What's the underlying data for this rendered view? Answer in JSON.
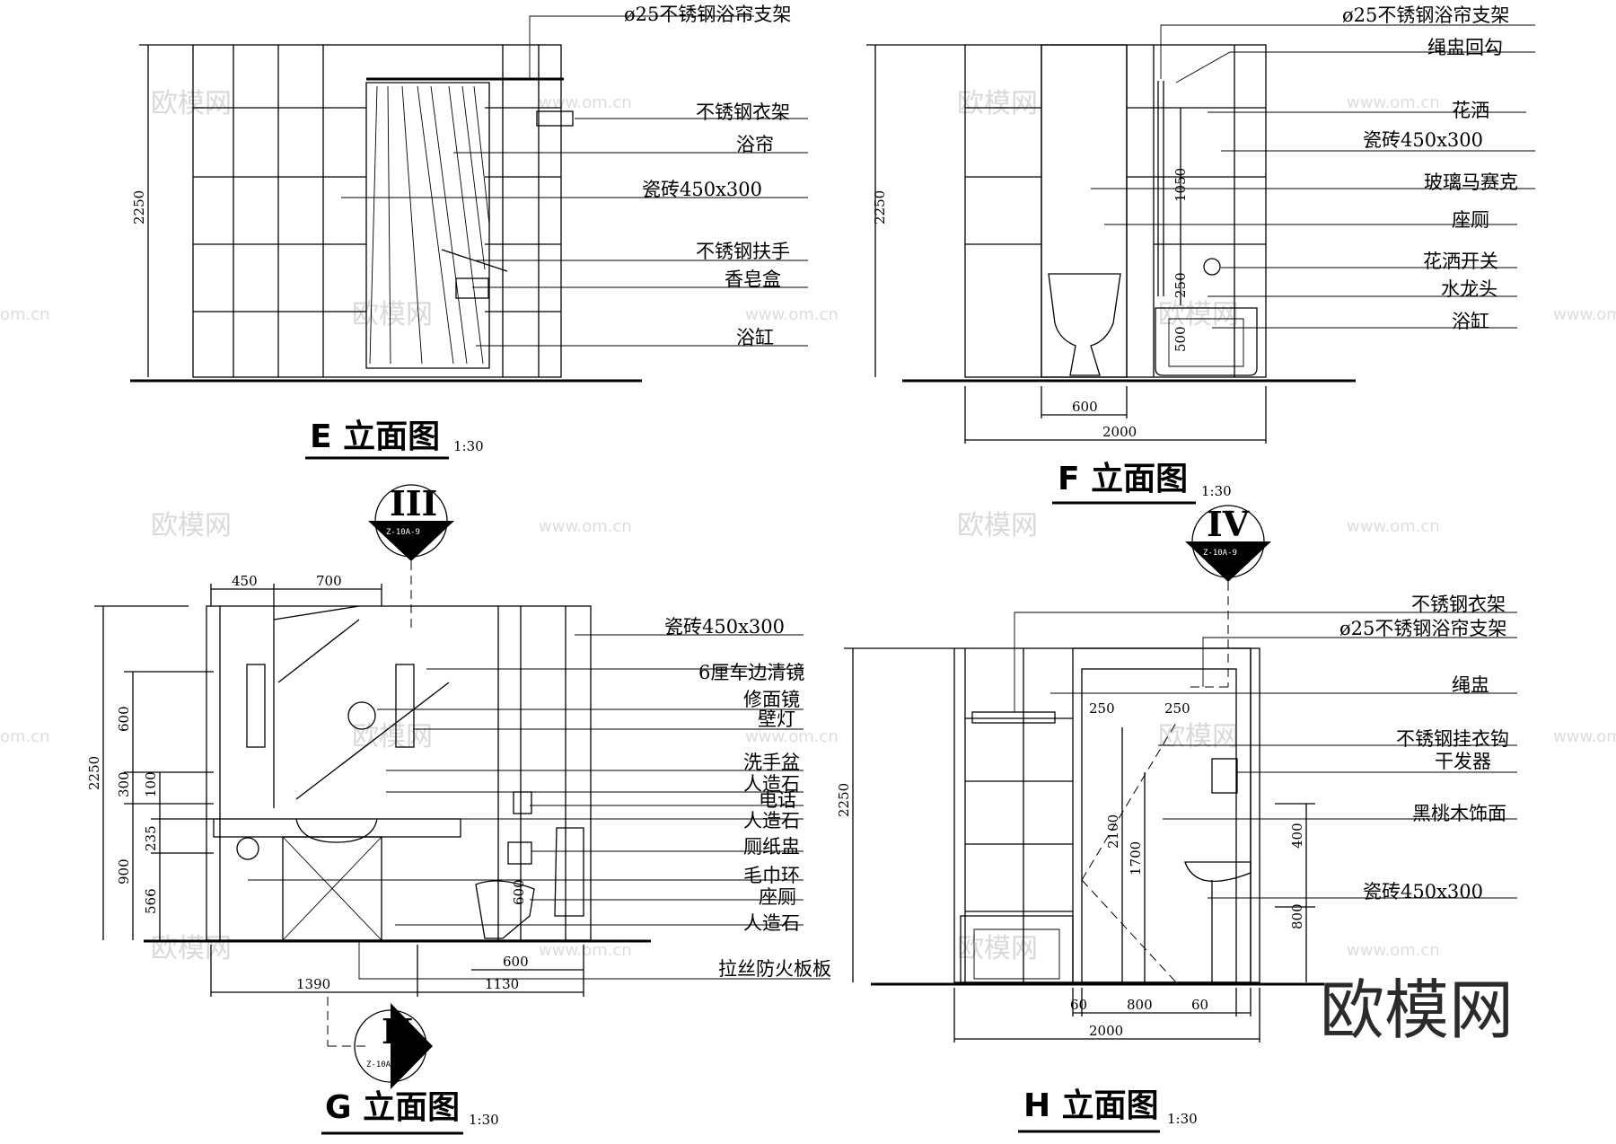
{
  "views": {
    "E": {
      "title": "E 立面图",
      "scale": "1:30",
      "labels": [
        "ø25不锈钢浴帘支架",
        "不锈钢衣架",
        "浴帘",
        "瓷砖450x300",
        "不锈钢扶手",
        "香皂盒",
        "浴缸"
      ],
      "dims": {
        "height": "2250"
      }
    },
    "F": {
      "title": "F 立面图",
      "scale": "1:30",
      "labels": [
        "ø25不锈钢浴帘支架",
        "绳盅回勾",
        "花洒",
        "瓷砖450x300",
        "玻璃马赛克",
        "座厕",
        "花洒开关",
        "水龙头",
        "浴缸"
      ],
      "dims": {
        "height": "2250",
        "d1050": "1050",
        "d250": "250",
        "d500": "500",
        "d600": "600",
        "d2000": "2000"
      }
    },
    "G": {
      "title": "G 立面图",
      "scale": "1:30",
      "labels": [
        "瓷砖450x300",
        "6厘车边清镜",
        "修面镜",
        "壁灯",
        "洗手盆",
        "人造石",
        "电话",
        "人造石",
        "厕纸盅",
        "毛巾环",
        "座厕",
        "人造石",
        "拉丝防火板板"
      ],
      "dims": {
        "height": "2250",
        "d600": "600",
        "d300": "300",
        "d100": "100",
        "d235": "235",
        "d900": "900",
        "d566": "566",
        "d450": "450",
        "d700": "700",
        "d1390": "1390",
        "d1130": "1130",
        "dbot600": "600",
        "d600v": "600"
      },
      "symbol_top": {
        "numeral": "III",
        "ref": "Z-10A-9"
      },
      "symbol_bottom": {
        "numeral": "II",
        "ref": "Z-10A-9"
      }
    },
    "H": {
      "title": "H 立面图",
      "scale": "1:30",
      "labels": [
        "不锈钢衣架",
        "ø25不锈钢浴帘支架",
        "绳盅",
        "不锈钢挂衣钩",
        "干发器",
        "黑桃木饰面",
        "瓷砖450x300"
      ],
      "dims": {
        "height": "2250",
        "d250a": "250",
        "d250b": "250",
        "d2100": "2100",
        "d1700": "1700",
        "d400": "400",
        "d800": "800",
        "d60a": "60",
        "d800b": "800",
        "d60b": "60",
        "d2000": "2000"
      },
      "symbol_top": {
        "numeral": "IV",
        "ref": "Z-10A-9"
      }
    }
  },
  "watermark": {
    "text": "欧模网",
    "url": "www.om.cn",
    "url_short": "om.cn"
  },
  "brand": "欧模网"
}
